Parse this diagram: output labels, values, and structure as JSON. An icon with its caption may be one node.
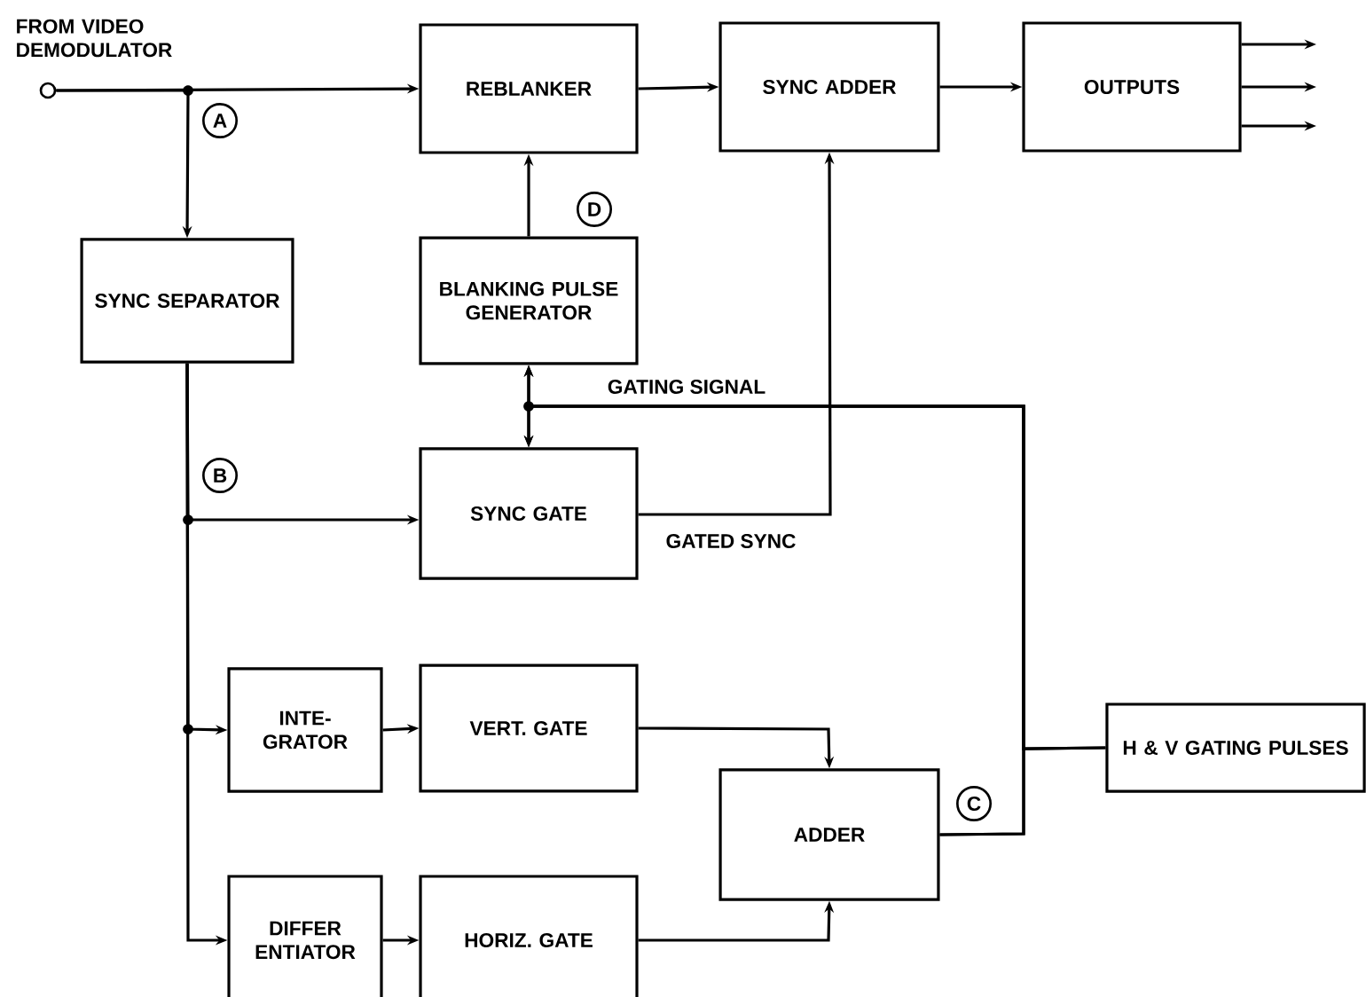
{
  "diagram": {
    "nodes": [
      {
        "text": [],
        "shape": "circle",
        "beside": [
          "FROM VIDEO DEMODULATOR"
        ]
      },
      {
        "text": [
          "REBLANKER"
        ]
      },
      {
        "text": [
          "SYNC ADDER"
        ]
      },
      {
        "text": [
          "OUTPUTS"
        ]
      },
      {
        "text": [
          "SYNC SEPARATOR"
        ]
      },
      {
        "text": [
          "BLANKING PULSE GENERATOR"
        ]
      },
      {
        "text": [
          "SYNC GATE"
        ]
      },
      {
        "text": [
          "INTE- GRATOR"
        ]
      },
      {
        "text": [
          "VERT. GATE"
        ]
      },
      {
        "text": [
          "ADDER"
        ]
      },
      {
        "text": [
          "H & V GATING PULSES"
        ]
      },
      {
        "text": [
          "DIFFER ENTIATOR"
        ]
      },
      {
        "text": [
          "HORIZ. GATE"
        ]
      }
    ],
    "edges": [
      {
        "from": 0,
        "to": 1,
        "arrow": "to"
      },
      {
        "from": 0,
        "to": 4,
        "arrow": "to"
      },
      {
        "from": 1,
        "to": 2,
        "arrow": "to"
      },
      {
        "from": 2,
        "to": 3,
        "arrow": "to"
      },
      {
        "from": 3,
        "to": null,
        "arrow": "to"
      },
      {
        "from": 3,
        "to": null,
        "arrow": "to"
      },
      {
        "from": 3,
        "to": null,
        "arrow": "to"
      },
      {
        "from": 5,
        "to": 1,
        "arrow": "to"
      },
      {
        "from": 4,
        "to": 6,
        "arrow": "to"
      },
      {
        "from": 4,
        "to": 7,
        "arrow": "to"
      },
      {
        "from": 4,
        "to": 11,
        "arrow": "to"
      },
      {
        "from": 6,
        "to": 2,
        "arrow": "to",
        "label": "GATED SYNC"
      },
      {
        "from": 10,
        "to": 5,
        "arrow": "to",
        "label": "GATING SIGNAL"
      },
      {
        "from": 10,
        "to": 6,
        "arrow": "to"
      },
      {
        "from": 9,
        "to": 5,
        "arrow": "to"
      },
      {
        "from": 9,
        "to": 6,
        "arrow": "to"
      },
      {
        "from": 7,
        "to": 8,
        "arrow": "to"
      },
      {
        "from": 11,
        "to": 12,
        "arrow": "to"
      },
      {
        "from": 8,
        "to": 9,
        "arrow": "to"
      },
      {
        "from": 12,
        "to": 9,
        "arrow": "to"
      }
    ],
    "labels": [
      "A",
      "D",
      "B",
      "C"
    ]
  }
}
